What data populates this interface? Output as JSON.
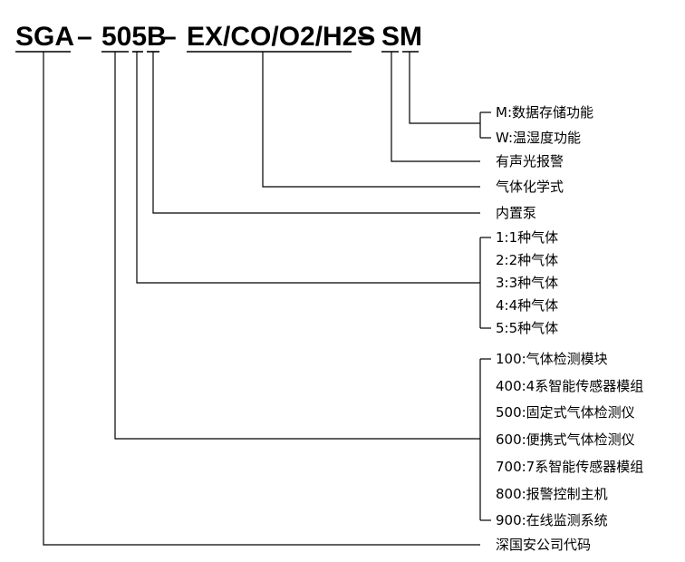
{
  "model_code": {
    "prefix": "SGA",
    "dash1": "–",
    "series": "505B",
    "dash2": "–",
    "gases": "EX/CO/O2/H2S",
    "dash3": "–",
    "suffix": "SM"
  },
  "options": {
    "m_storage": "M:数据存储功能",
    "w_humidity": "W:温湿度功能",
    "sound_light_alarm": "有声光报警",
    "gas_formula": "气体化学式",
    "builtin_pump": "内置泵",
    "gas_count": [
      "1:1种气体",
      "2:2种气体",
      "3:3种气体",
      "4:4种气体",
      "5:5种气体"
    ],
    "product_type": [
      "100:气体检测模块",
      "400:4系智能传感器模组",
      "500:固定式气体检测仪",
      "600:便携式气体检测仪",
      "700:7系智能传感器模组",
      "800:报警控制主机",
      "900:在线监测系统"
    ],
    "company_code": "深国安公司代码"
  }
}
